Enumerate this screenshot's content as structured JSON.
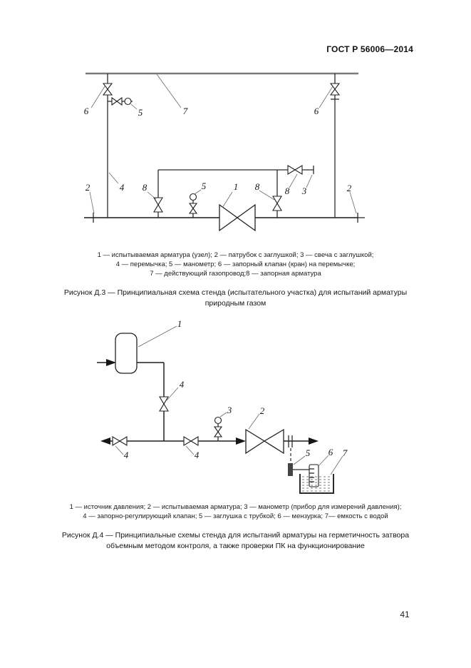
{
  "header": {
    "standard_code": "ГОСТ Р 56006—2014"
  },
  "figure_d3": {
    "labels": [
      "6",
      "5",
      "7",
      "6",
      "2",
      "4",
      "8",
      "5",
      "1",
      "8",
      "8",
      "3",
      "2"
    ],
    "legend_lines": [
      "1 — испытываемая арматура (узел); 2 — патрубок с заглушкой; 3 — свеча с заглушкой;",
      "4 — перемычка; 5 — манометр; 6 — запорный клапан (кран) на перемычке;",
      "7 — действующий газопровод;8 — запорная арматура"
    ],
    "caption_lines": [
      "Рисунок Д.3 — Принципиальная схема стенда (испытательного участка) для испытаний арматуры",
      "природным газом"
    ]
  },
  "figure_d4": {
    "labels": [
      "1",
      "4",
      "4",
      "4",
      "3",
      "2",
      "5",
      "6",
      "7"
    ],
    "legend_lines": [
      "1 — источник давления; 2 — испытываемая арматура; 3 — манометр (прибор для измерений давления);",
      "4 — запорно-регулирующий клапан; 5 — заглушка с трубкой; 6 — мензурка; 7— емкость с водой"
    ],
    "caption_lines": [
      "Рисунок Д.4 — Принципиальные схемы стенда для испытаний арматуры на герметичность затвора",
      "объемным методом контроля, а также проверки ПК на функционирование"
    ]
  },
  "footer": {
    "page_number": "41"
  }
}
